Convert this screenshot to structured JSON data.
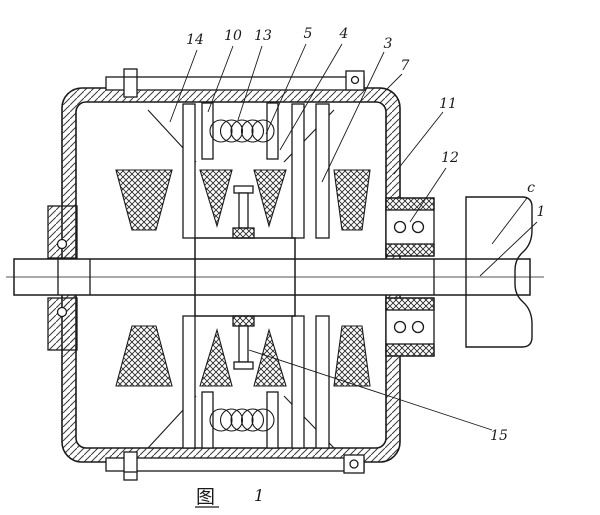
{
  "figure": {
    "caption_char": "图",
    "caption_number": "1"
  },
  "callouts": {
    "n14": "14",
    "n10": "10",
    "n13": "13",
    "n5": "5",
    "n4": "4",
    "n3": "3",
    "n7": "7",
    "n11": "11",
    "n12": "12",
    "c": "c",
    "n1": "1",
    "n15": "15"
  },
  "colors": {
    "line": "#1a1a1a",
    "background": "#ffffff"
  }
}
